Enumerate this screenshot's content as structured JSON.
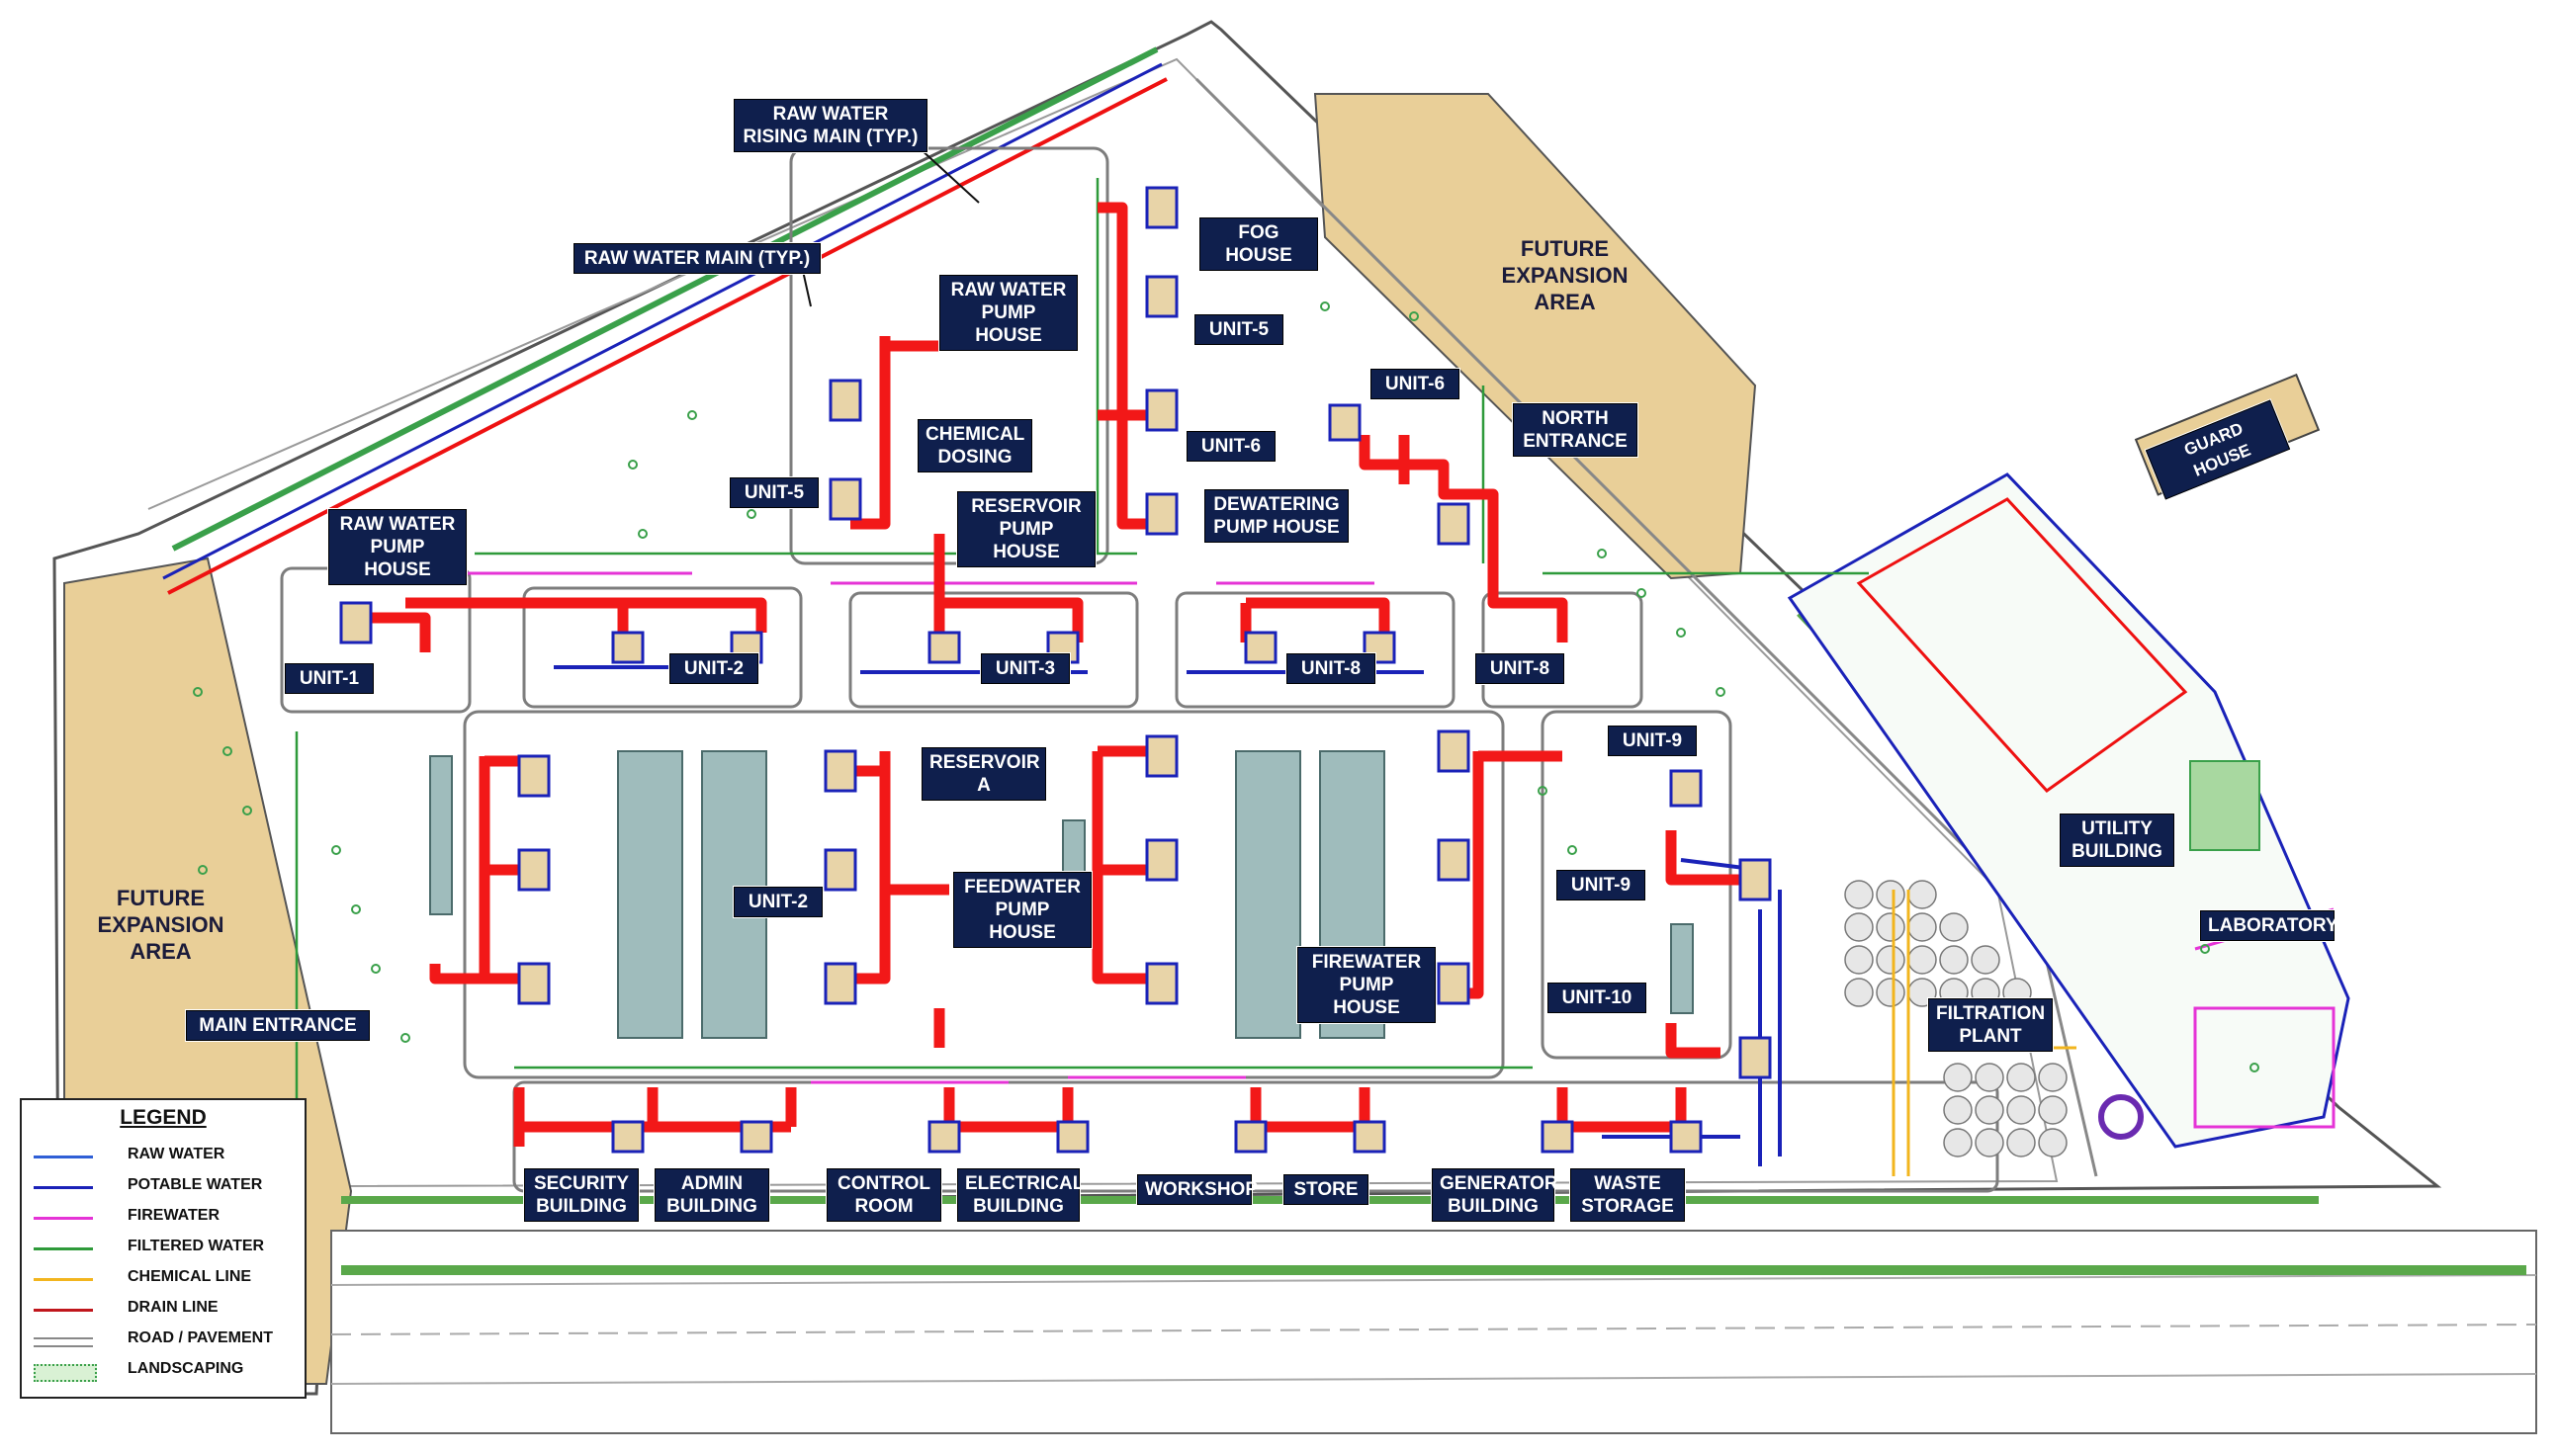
{
  "labels": {
    "raw_water_rising_main": "RAW WATER\nRISING MAIN (TYP.)",
    "raw_water_main": "RAW WATER MAIN (TYP.)",
    "raw_water_pump_house_top": "RAW WATER\nPUMP HOUSE",
    "raw_water_pump_house_left": "RAW WATER\nPUMP HOUSE",
    "fog_house": "FOG HOUSE",
    "unit_5_top": "UNIT-5",
    "unit_5_left": "UNIT-5",
    "unit_6_top": "UNIT-6",
    "unit_6_mid": "UNIT-6",
    "chemical_dosing": "CHEMICAL\nDOSING",
    "reservoir_pump_house": "RESERVOIR\nPUMP HOUSE",
    "dewatering_pump_house": "DEWATERING\nPUMP HOUSE",
    "north_entrance": "NORTH\nENTRANCE",
    "guard_house": "GUARD HOUSE",
    "unit_1": "UNIT-1",
    "unit_2_top": "UNIT-2",
    "unit_3": "UNIT-3",
    "unit_8_mid": "UNIT-8",
    "unit_8_right": "UNIT-8",
    "unit_9_top": "UNIT-9",
    "reservoir_a": "RESERVOIR\nA",
    "unit_2_mid": "UNIT-2",
    "feedwater_pump_house": "FEEDWATER\nPUMP HOUSE",
    "unit_9_mid": "UNIT-9",
    "unit_10": "UNIT-10",
    "firewater_pump_house": "FIREWATER\nPUMP HOUSE",
    "utility_building": "UTILITY\nBUILDING",
    "laboratory": "LABORATORY",
    "filtration_plant": "FILTRATION\nPLANT",
    "main_entrance": "MAIN ENTRANCE",
    "security_building": "SECURITY\nBUILDING",
    "admin_building": "ADMIN\nBUILDING",
    "control_room": "CONTROL\nROOM",
    "electrical_building": "ELECTRICAL\nBUILDING",
    "workshop": "WORKSHOP",
    "store": "STORE",
    "generator_building": "GENERATOR\nBUILDING",
    "waste_storage": "WASTE\nSTORAGE"
  },
  "areas": {
    "future_expansion_top": "FUTURE\nEXPANSION\nAREA",
    "future_expansion_left": "FUTURE\nEXPANSION\nAREA"
  },
  "legend": {
    "title": "LEGEND",
    "items": [
      {
        "label": "RAW WATER",
        "color": "#2f5fd6",
        "style": "line"
      },
      {
        "label": "POTABLE WATER",
        "color": "#1a22b8",
        "style": "line"
      },
      {
        "label": "FIREWATER",
        "color": "#e533d6",
        "style": "line"
      },
      {
        "label": "FILTERED WATER",
        "color": "#2e9a3a",
        "style": "line"
      },
      {
        "label": "CHEMICAL LINE",
        "color": "#f2b51e",
        "style": "line"
      },
      {
        "label": "DRAIN LINE",
        "color": "#c0161c",
        "style": "line"
      },
      {
        "label": "ROAD / PAVEMENT",
        "color": "#888888",
        "style": "double"
      },
      {
        "label": "LANDSCAPING",
        "color": "#3aa04a",
        "style": "dots"
      }
    ]
  },
  "colors": {
    "main_pipe": "#f21818",
    "expansion_area": "#e9cf98",
    "reservoir": "#9fbcbc",
    "label_bg": "#0f1f4d"
  }
}
